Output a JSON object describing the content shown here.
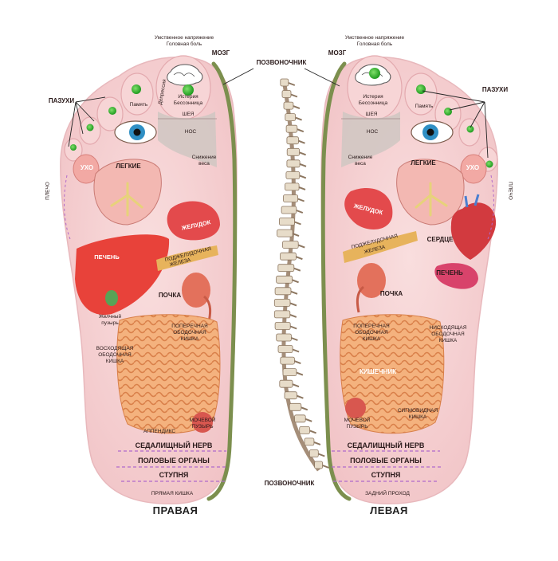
{
  "header": {
    "mental_strain_left": "Умственное напряжение",
    "headache_left": "Головная боль",
    "mental_strain_right": "Умственное напряжение",
    "headache_right": "Головная боль"
  },
  "spine": {
    "top_label_left": "ПОЗВОНОЧНИК",
    "bottom_label": "ПОЗВОНОЧНИК"
  },
  "right_foot": {
    "title": "ПРАВАЯ",
    "labels": {
      "brain": "МОЗГ",
      "sinuses": "ПАЗУХИ",
      "memory": "Память",
      "hysteria": "Истерия",
      "insomnia": "Бессонница",
      "depression": "Депрессия",
      "neck": "ШЕЯ",
      "nose": "НОС",
      "weight_loss": "Снижение",
      "weight_loss2": "веса",
      "ear": "УХО",
      "lungs": "ЛЕГКИЕ",
      "shoulder": "ПЛЕЧО",
      "stomach": "ЖЕЛУДОК",
      "liver": "ПЕЧЕНЬ",
      "pancreas": "ПОДЖЕЛУДОЧНАЯ",
      "pancreas2": "ЖЕЛЕЗА",
      "kidney": "ПОЧКА",
      "gallbladder": "Желчный",
      "gallbladder2": "пузырь",
      "transverse_colon": "ПОПЕРЕЧНАЯ",
      "transverse_colon2": "ОБОДОЧНАЯ",
      "transverse_colon3": "КИШКА",
      "ascending_colon": "ВОСХОДЯЩАЯ",
      "ascending_colon2": "ОБОДОЧНАЯ",
      "ascending_colon3": "КИШКА",
      "appendix": "АППЕНДИКС",
      "bladder": "МОЧЕВОЙ",
      "bladder2": "ПУЗЫРЬ",
      "sciatic": "СЕДАЛИЩНЫЙ НЕРВ",
      "genitals": "ПОЛОВЫЕ ОРГАНЫ",
      "foot": "СТУПНЯ",
      "rectum": "ПРЯМАЯ КИШКА"
    }
  },
  "left_foot": {
    "title": "ЛЕВАЯ",
    "labels": {
      "brain": "МОЗГ",
      "sinuses": "ПАЗУХИ",
      "memory": "Память",
      "hysteria": "Истерия",
      "insomnia": "Бессонница",
      "neck": "ШЕЯ",
      "nose": "НОС",
      "weight_loss": "Снижение",
      "weight_loss2": "веса",
      "ear": "УХО",
      "lungs": "ЛЕГКИЕ",
      "shoulder": "ПЛЕЧО",
      "stomach": "ЖЕЛУДОК",
      "heart": "СЕРДЦЕ",
      "spleen": "ПЕЧЕНЬ",
      "pancreas": "ПОДЖЕЛУДОЧНАЯ",
      "pancreas2": "ЖЕЛЕЗА",
      "kidney": "ПОЧКА",
      "transverse_colon": "ПОПЕРЕЧНАЯ",
      "transverse_colon2": "ОБОДОЧНАЯ",
      "transverse_colon3": "КИШКА",
      "descending_colon": "НИСХОДЯЩАЯ",
      "descending_colon2": "ОБОДОЧНАЯ",
      "descending_colon3": "КИШКА",
      "intestine": "КИШЕЧНИК",
      "sigmoid": "СИГМОВИДНАЯ",
      "sigmoid2": "КИШКА",
      "bladder": "МОЧЕВОЙ",
      "bladder2": "ПУЗЫРЬ",
      "sciatic": "СЕДАЛИЩНЫЙ НЕРВ",
      "genitals": "ПОЛОВЫЕ ОРГАНЫ",
      "foot": "СТУПНЯ",
      "anus": "ЗАДНИЙ ПРОХОД"
    }
  },
  "colors": {
    "skin": "#f6d3d3",
    "edge": "#7c8f4e",
    "zone_line": "#b06acb",
    "green_dot": "#35b42f",
    "liver": "#e8423a",
    "stomach": "#e34a4c",
    "intestine": "#f2a36b",
    "kidney": "#e3715c"
  }
}
